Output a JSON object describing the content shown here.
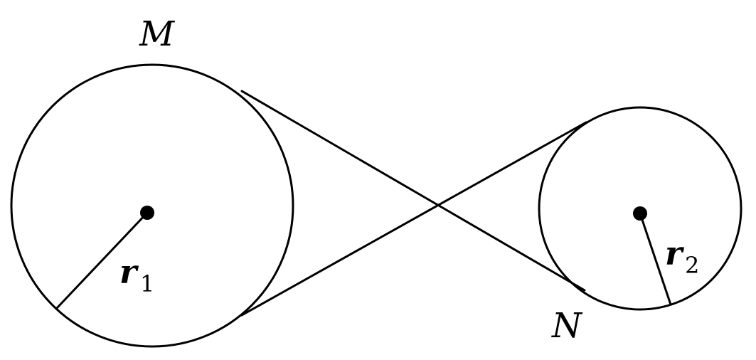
{
  "diagram": {
    "labels": {
      "point_m": "M",
      "point_n": "N",
      "radius_1_symbol": "r",
      "radius_1_subscript": "1",
      "radius_2_symbol": "r",
      "radius_2_subscript": "2"
    }
  }
}
